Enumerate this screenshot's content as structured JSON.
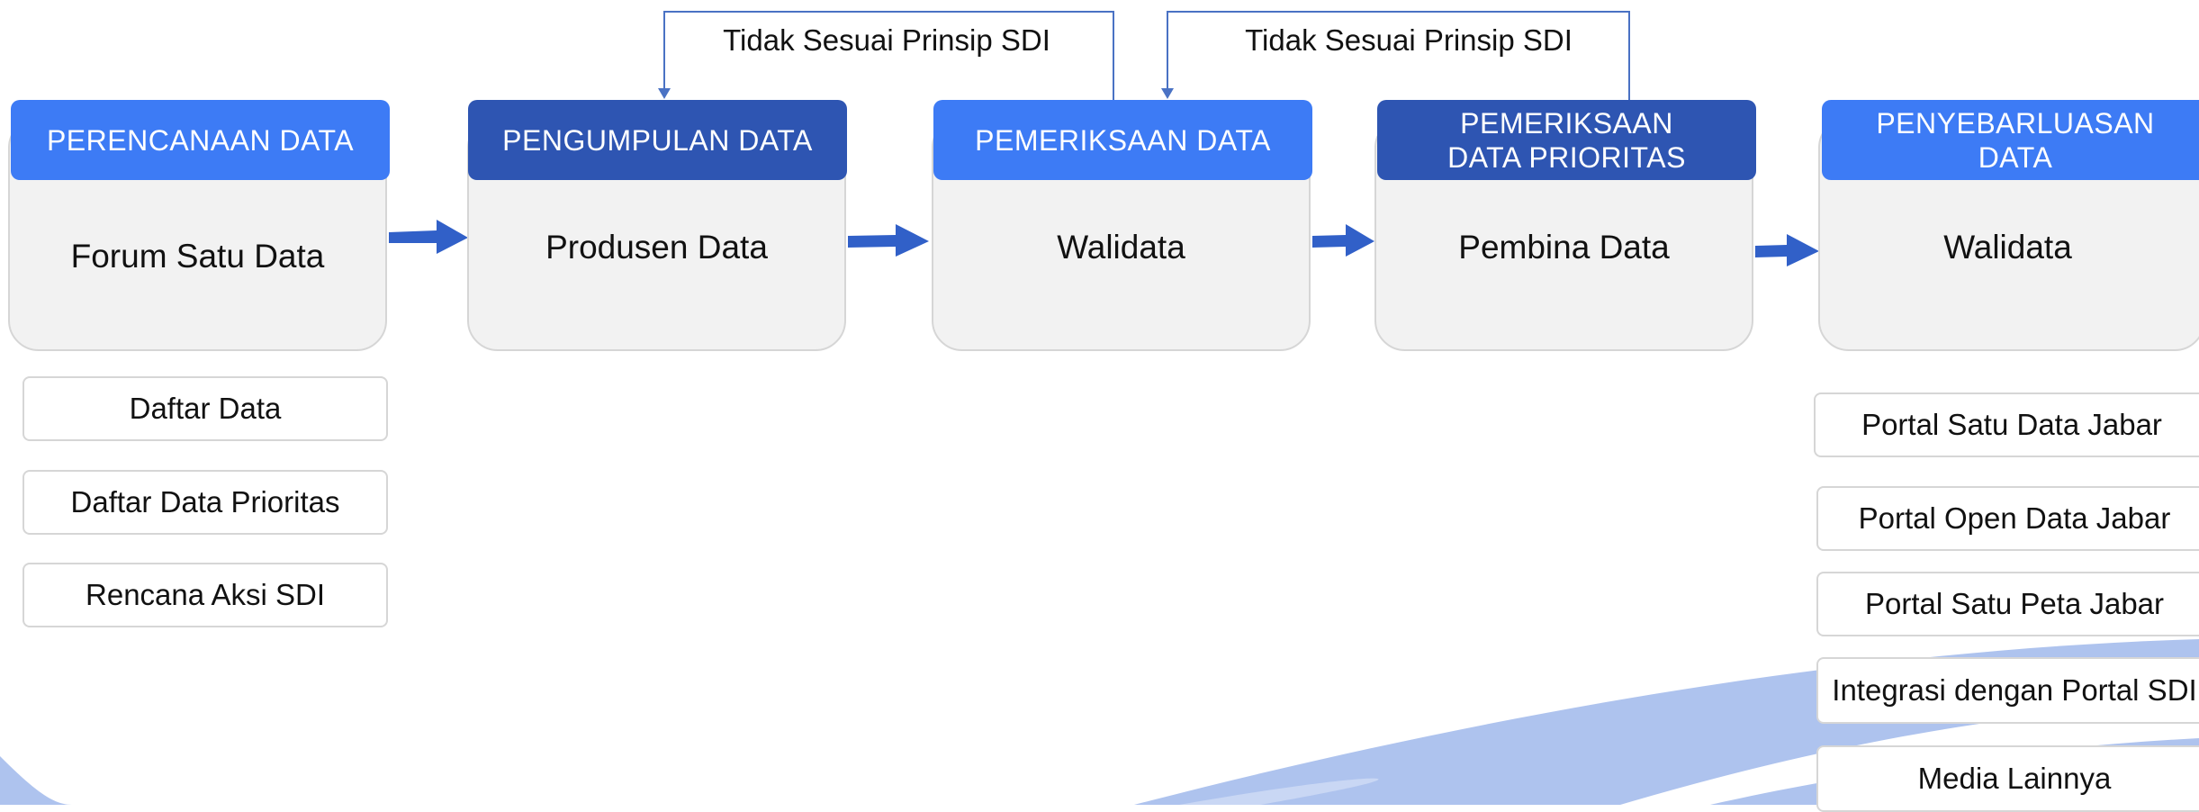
{
  "stages": [
    {
      "header": "PERENCANAAN DATA",
      "body": "Forum Satu Data"
    },
    {
      "header": "PENGUMPULAN DATA",
      "body": "Produsen Data"
    },
    {
      "header": "PEMERIKSAAN DATA",
      "body": "Walidata"
    },
    {
      "header": "PEMERIKSAAN\nDATA PRIORITAS",
      "body": "Pembina Data"
    },
    {
      "header": "PENYEBARLUASAN\nDATA",
      "body": "Walidata"
    }
  ],
  "feedback": [
    {
      "label": "Tidak Sesuai Prinsip SDI"
    },
    {
      "label": "Tidak Sesuai Prinsip SDI"
    }
  ],
  "planning_outputs": [
    "Daftar Data",
    "Daftar Data Prioritas",
    "Rencana Aksi SDI"
  ],
  "dissemination_outputs": [
    "Portal Satu Data Jabar",
    "Portal Open Data Jabar",
    "Portal Satu Peta Jabar",
    "Integrasi dengan Portal SDI",
    "Media Lainnya"
  ],
  "colors": {
    "header_light": "#3d7bf5",
    "header_dark": "#2e55b2",
    "arrow": "#3160c8",
    "feedback_line": "#4a72c4",
    "swoosh": "#aec3ee"
  }
}
